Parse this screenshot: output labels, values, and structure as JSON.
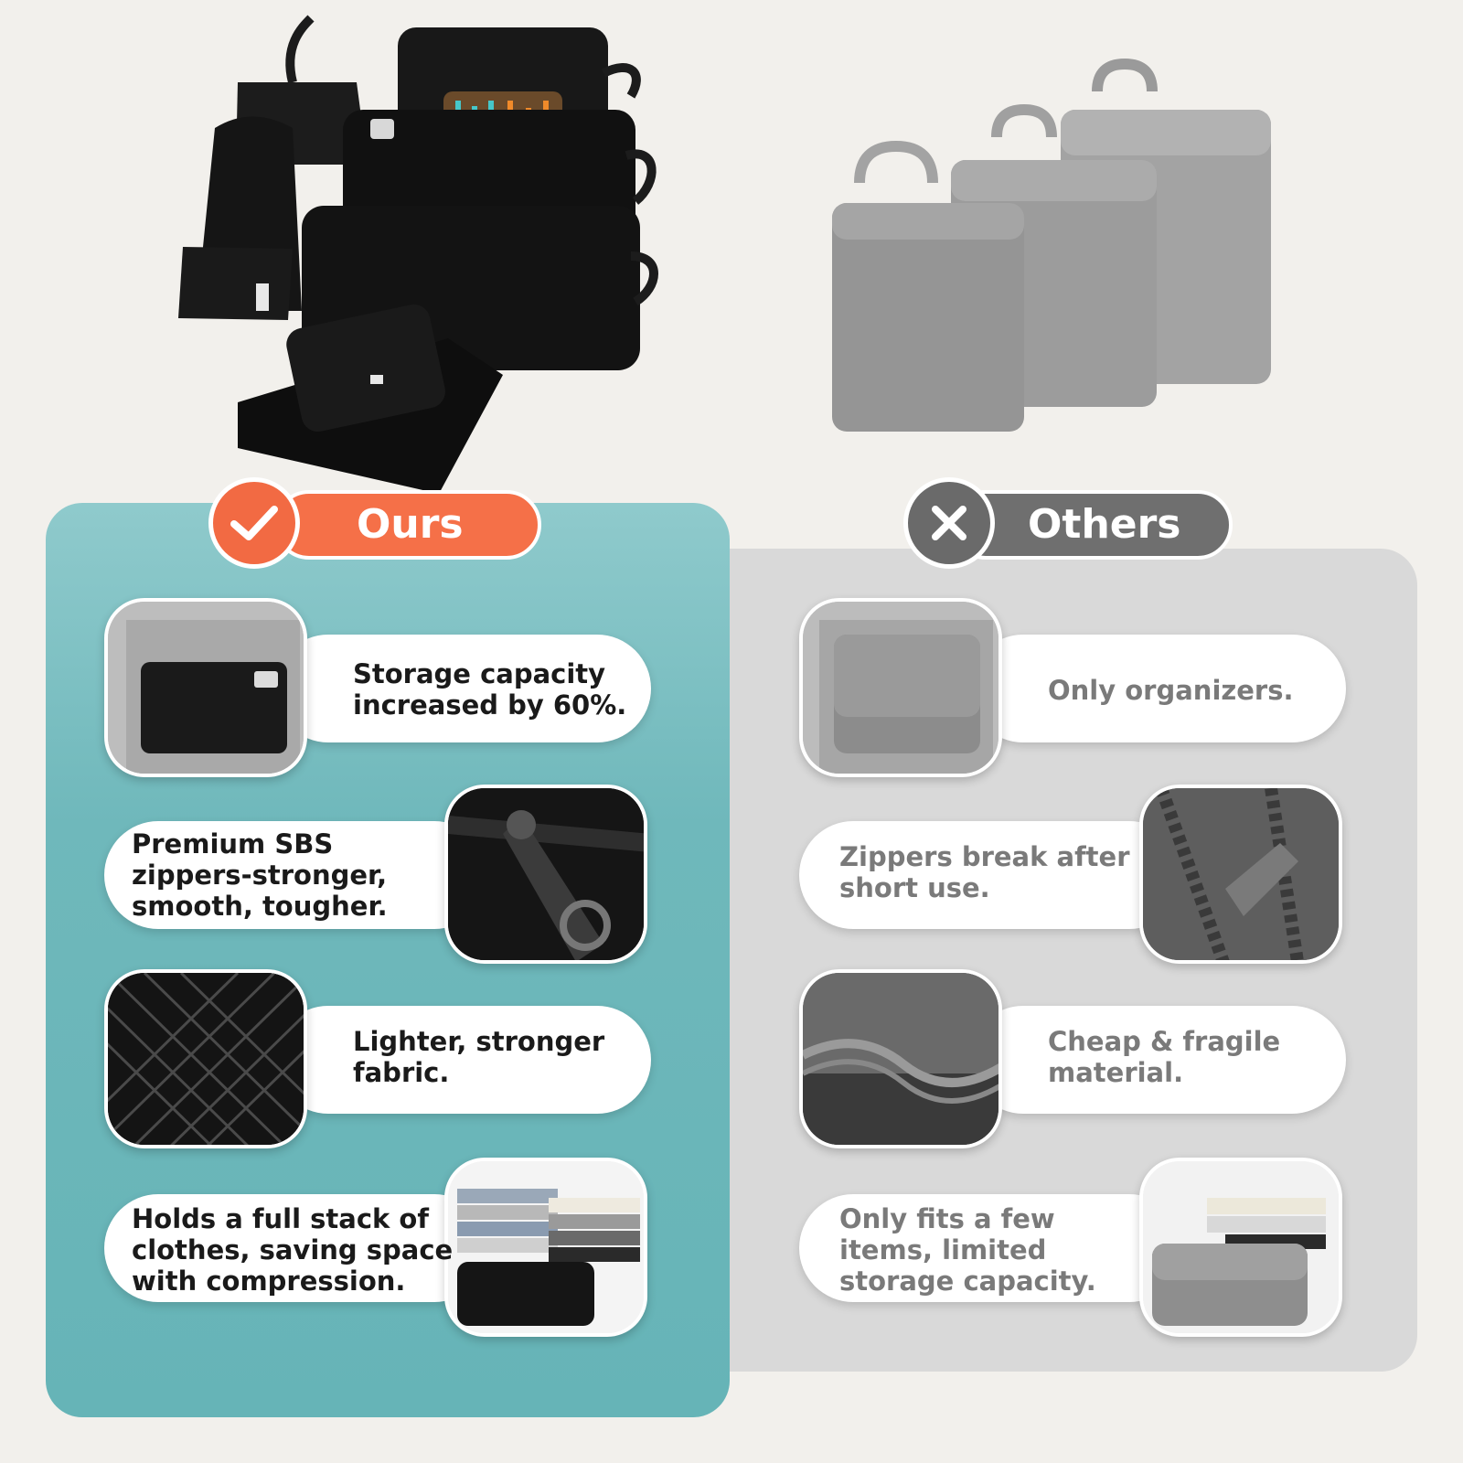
{
  "ours": {
    "label": "Ours",
    "accent_color": "#f57048",
    "panel_color": "#6fb8bb",
    "features": [
      {
        "text": "Storage capacity\nincreased by 60%.",
        "image": "black-packing-cube-in-suitcase"
      },
      {
        "text": "Premium SBS\nzippers-stronger,\nsmooth, tougher.",
        "image": "sbs-zipper-pull-closeup"
      },
      {
        "text": "Lighter, stronger\nfabric.",
        "image": "ripstop-diamond-fabric"
      },
      {
        "text": "Holds a full stack of\nclothes, saving space\nwith compression.",
        "image": "folded-clothes-and-compressed-cube"
      }
    ]
  },
  "others": {
    "label": "Others",
    "accent_color": "#6f6f6f",
    "panel_color": "#d9d9d9",
    "features": [
      {
        "text": "Only organizers.",
        "image": "gray-organizer-in-suitcase"
      },
      {
        "text": "Zippers break after\nshort use.",
        "image": "broken-zipper-closeup"
      },
      {
        "text": "Cheap & fragile\nmaterial.",
        "image": "frayed-fabric-closeup"
      },
      {
        "text": "Only fits a few\nitems, limited\nstorage capacity.",
        "image": "gray-cube-with-few-clothes"
      }
    ]
  },
  "icons": {
    "ours_badge": "checkmark-icon",
    "others_badge": "close-x-icon"
  }
}
